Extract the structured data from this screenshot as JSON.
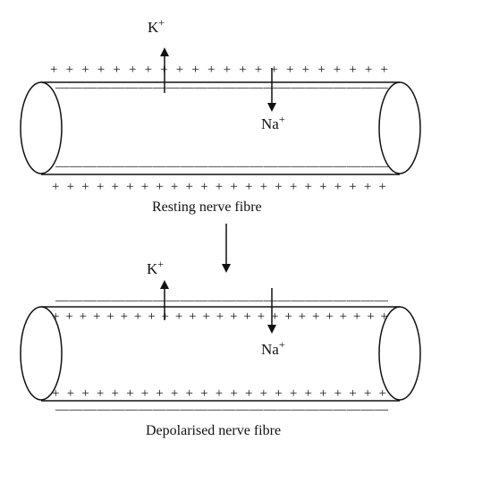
{
  "diagram": {
    "top": {
      "ion_out": "K",
      "ion_out_charge": "+",
      "ion_in": "Na",
      "ion_in_charge": "+",
      "caption": "Resting nerve fibre",
      "outer_top_signs": "+ + + + + + +   + + + + + + +   + + + + + + + +",
      "inner_top_signs": "— — — — — — — — — — — — — — — — — — — — — — — —",
      "inner_bottom_signs": "— — — — — — — — — — — — — — — — — — — — — — — —",
      "outer_bottom_signs": "+ + + + + + + +   + + + + + + +   + + + + + + + +"
    },
    "bottom": {
      "ion_out": "K",
      "ion_out_charge": "+",
      "ion_in": "Na",
      "ion_in_charge": "+",
      "caption": "Depolarised nerve fibre",
      "outer_top_signs": "— — — — — — — — — — — — — — — — — — — — — — — —",
      "inner_top_signs": "+ + + + + + + + + + + + + + + + + + + + + + + + +",
      "inner_bottom_signs": "+ + + + + + + +   + + + + + + +   + + + + + + + +",
      "outer_bottom_signs": "— — — — — — — — — — — — — — — — — — — — — — — —"
    }
  }
}
